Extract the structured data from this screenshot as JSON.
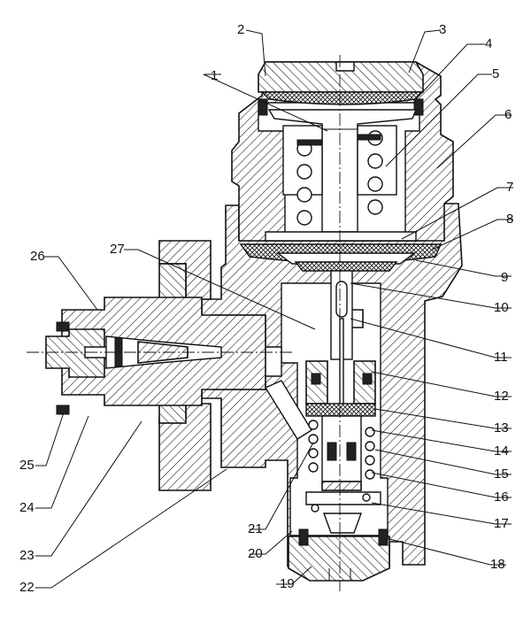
{
  "callouts": [
    {
      "id": "1",
      "text": "1"
    },
    {
      "id": "2",
      "text": "2"
    },
    {
      "id": "3",
      "text": "3"
    },
    {
      "id": "4",
      "text": "4"
    },
    {
      "id": "5",
      "text": "5"
    },
    {
      "id": "6",
      "text": "6"
    },
    {
      "id": "7",
      "text": "7"
    },
    {
      "id": "8",
      "text": "8"
    },
    {
      "id": "9",
      "text": "9"
    },
    {
      "id": "10",
      "text": "10"
    },
    {
      "id": "11",
      "text": "11"
    },
    {
      "id": "12",
      "text": "12"
    },
    {
      "id": "13",
      "text": "13"
    },
    {
      "id": "14",
      "text": "14"
    },
    {
      "id": "15",
      "text": "15"
    },
    {
      "id": "16",
      "text": "16"
    },
    {
      "id": "17",
      "text": "17"
    },
    {
      "id": "18",
      "text": "18"
    },
    {
      "id": "19",
      "text": "19"
    },
    {
      "id": "20",
      "text": "20"
    },
    {
      "id": "21",
      "text": "21"
    },
    {
      "id": "22",
      "text": "22"
    },
    {
      "id": "23",
      "text": "23"
    },
    {
      "id": "24",
      "text": "24"
    },
    {
      "id": "25",
      "text": "25"
    },
    {
      "id": "26",
      "text": "26"
    },
    {
      "id": "27",
      "text": "27"
    }
  ],
  "colors": {
    "ink": "#111111",
    "paper": "#ffffff"
  }
}
